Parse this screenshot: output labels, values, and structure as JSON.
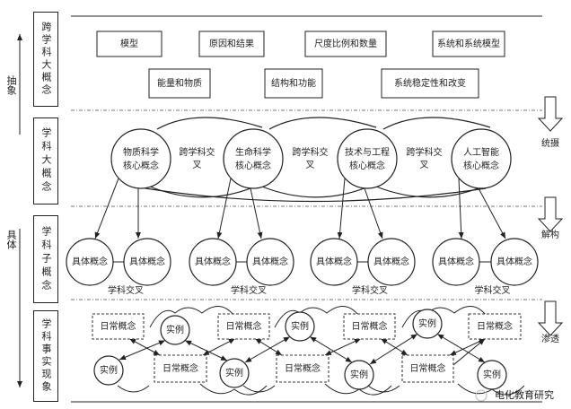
{
  "levels": [
    "跨学科大概念",
    "学科大概念",
    "学科子概念",
    "学科事实现象"
  ],
  "axis": {
    "up_label": "抽象",
    "down_label": "具体"
  },
  "process": [
    "统摄",
    "解构",
    "渗透"
  ],
  "crosscutting_row1": [
    "模型",
    "原因和结果",
    "尺度比例和数量",
    "系统和系统模型"
  ],
  "crosscutting_row2": [
    "能量和物质",
    "结构和功能",
    "系统稳定性和改变"
  ],
  "core": [
    [
      "物质科学",
      "核心概念"
    ],
    [
      "生命科学",
      "核心概念"
    ],
    [
      "技术与工程",
      "核心概念"
    ],
    [
      "人工智能",
      "核心概念"
    ]
  ],
  "interdisciplinary": [
    "跨学科交",
    "叉"
  ],
  "specific_concept": "具体概念",
  "discipline_cross": "学科交叉",
  "daily_concept": "日常概念",
  "instance": "实例",
  "watermark": "电化教育研究"
}
